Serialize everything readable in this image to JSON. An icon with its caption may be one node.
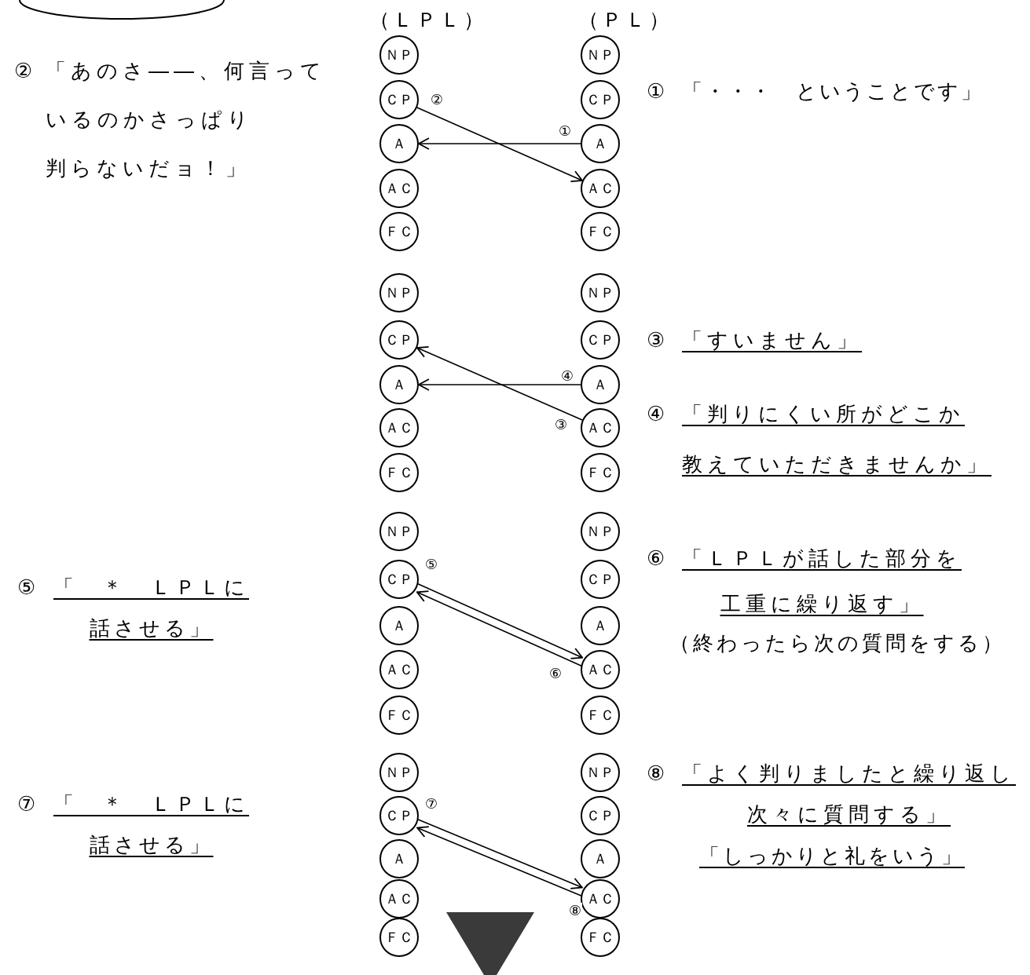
{
  "diagram": {
    "nodes": [
      {
        "text": [
          "ＮＰ"
        ]
      },
      {
        "text": [
          "ＣＰ"
        ]
      },
      {
        "text": [
          "Ａ"
        ]
      },
      {
        "text": [
          "ＡＣ"
        ]
      },
      {
        "text": [
          "ＦＣ"
        ]
      },
      {
        "text": [
          "ＮＰ"
        ]
      },
      {
        "text": [
          "ＣＰ"
        ]
      },
      {
        "text": [
          "Ａ"
        ]
      },
      {
        "text": [
          "ＡＣ"
        ]
      },
      {
        "text": [
          "ＦＣ"
        ]
      },
      {
        "text": [
          "ＮＰ"
        ]
      },
      {
        "text": [
          "ＣＰ"
        ]
      },
      {
        "text": [
          "Ａ"
        ]
      },
      {
        "text": [
          "ＡＣ"
        ]
      },
      {
        "text": [
          "ＦＣ"
        ]
      },
      {
        "text": [
          "ＮＰ"
        ]
      },
      {
        "text": [
          "ＣＰ"
        ]
      },
      {
        "text": [
          "Ａ"
        ]
      },
      {
        "text": [
          "ＡＣ"
        ]
      },
      {
        "text": [
          "ＦＣ"
        ]
      },
      {
        "text": [
          "ＮＰ"
        ]
      },
      {
        "text": [
          "ＣＰ"
        ]
      },
      {
        "text": [
          "Ａ"
        ]
      },
      {
        "text": [
          "ＡＣ"
        ]
      },
      {
        "text": [
          "ＦＣ"
        ]
      },
      {
        "text": [
          "ＮＰ"
        ]
      },
      {
        "text": [
          "ＣＰ"
        ]
      },
      {
        "text": [
          "Ａ"
        ]
      },
      {
        "text": [
          "ＡＣ"
        ]
      },
      {
        "text": [
          "ＦＣ"
        ]
      },
      {
        "text": [
          "ＮＰ"
        ]
      },
      {
        "text": [
          "ＣＰ"
        ]
      },
      {
        "text": [
          "Ａ"
        ]
      },
      {
        "text": [
          "ＡＣ"
        ]
      },
      {
        "text": [
          "ＦＣ"
        ]
      },
      {
        "text": [
          "ＮＰ"
        ]
      },
      {
        "text": [
          "ＣＰ"
        ]
      },
      {
        "text": [
          "Ａ"
        ]
      },
      {
        "text": [
          "ＡＣ"
        ]
      },
      {
        "text": [
          "ＦＣ"
        ]
      }
    ],
    "edges": [
      {
        "from": 7,
        "to": 2,
        "arrow": "to",
        "label": "①"
      },
      {
        "from": 1,
        "to": 8,
        "arrow": "to",
        "label": "②"
      },
      {
        "from": 18,
        "to": 11,
        "arrow": "to",
        "label": "③"
      },
      {
        "from": 17,
        "to": 12,
        "arrow": "to",
        "label": "④"
      },
      {
        "from": 21,
        "to": 28,
        "arrow": "to",
        "label": "⑤"
      },
      {
        "from": 28,
        "to": 21,
        "arrow": "to",
        "label": "⑥"
      },
      {
        "from": 31,
        "to": 38,
        "arrow": "to",
        "label": "⑦"
      },
      {
        "from": 38,
        "to": 31,
        "arrow": "to",
        "label": "⑧"
      }
    ],
    "labels": [
      "（ＬＰＬ）",
      "（ＰＬ）",
      "②",
      "「あのさ――、何言っているのかさっぱり判らないだョ！」",
      "①",
      "「・・・　ということです」",
      "③",
      "「すいません」",
      "④",
      "「判りにくい所がどこか教えていただきませんか」",
      "⑤",
      "「　＊　ＬＰＬに話させる」",
      "⑥",
      "「ＬＰＬが話した部分を工重に繰り返す」",
      "（終わったら次の質問をする）",
      "⑦",
      "「　＊　ＬＰＬに話させる」",
      "⑧",
      "「よく判りましたと繰り返し次々に質問する」",
      "「しっかりと礼をいう」"
    ]
  }
}
